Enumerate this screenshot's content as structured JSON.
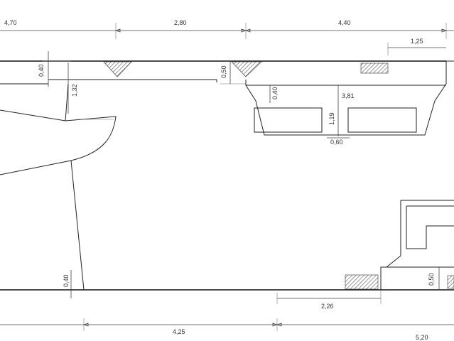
{
  "dimensions": {
    "top_470": "4,70",
    "top_280": "2,80",
    "top_440": "4,40",
    "top_125": "1,25",
    "left_040": "0,40",
    "left_132": "1,32",
    "mid_050": "0,50",
    "niche_040": "0,40",
    "niche_381": "3,81",
    "niche_119": "1,19",
    "niche_060": "0,60",
    "bottom_040": "0,40",
    "bottom_226": "2,26",
    "bottom_425": "4,25",
    "bottom_520": "5,20",
    "right_050": "0,50"
  },
  "colors": {
    "line": "#111111",
    "dim": "#444444",
    "hatch": "#555555",
    "paper": "#ffffff"
  }
}
